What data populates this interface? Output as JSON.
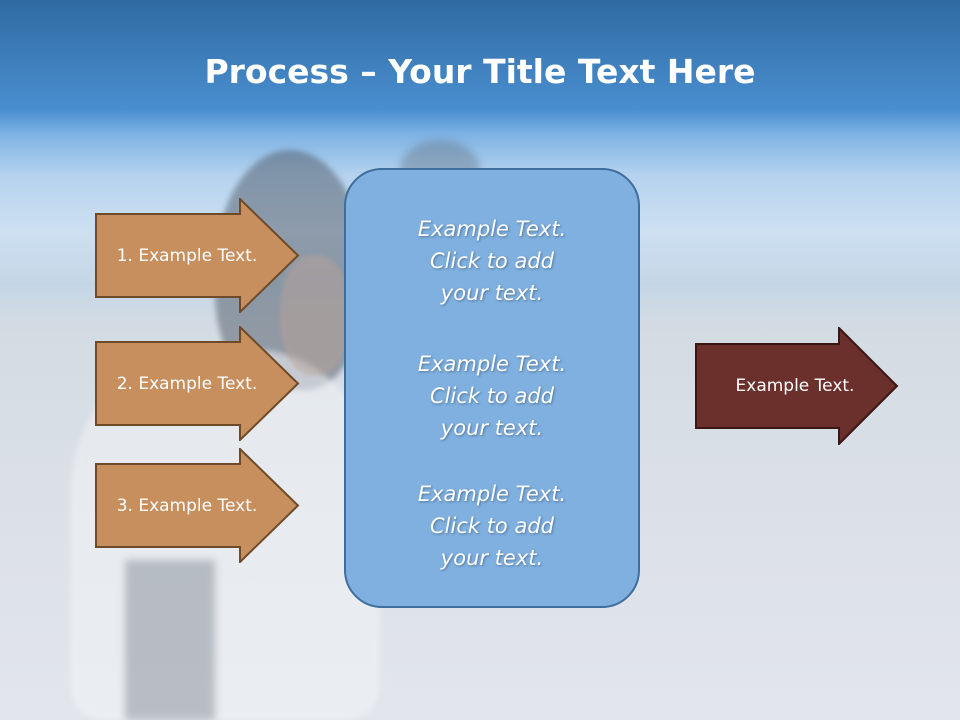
{
  "title": {
    "bold": "Process",
    "rest": " – Your Title Text Here"
  },
  "steps": [
    {
      "label": "1. Example Text."
    },
    {
      "label": "2. Example Text."
    },
    {
      "label": "3. Example Text."
    }
  ],
  "center": {
    "blocks": [
      "Example Text.\nClick  to add\nyour text.",
      "Example Text.\nClick  to add\nyour text.",
      "Example Text.\nClick  to add\nyour text."
    ]
  },
  "output": {
    "label": "Example Text."
  },
  "colors": {
    "step_fill": "#c88f5e",
    "step_border": "#6e4a28",
    "output_fill": "#6b2f2c",
    "output_border": "#3a1614",
    "box_fill": "#7fb0df",
    "box_border": "#3f6e9c"
  }
}
